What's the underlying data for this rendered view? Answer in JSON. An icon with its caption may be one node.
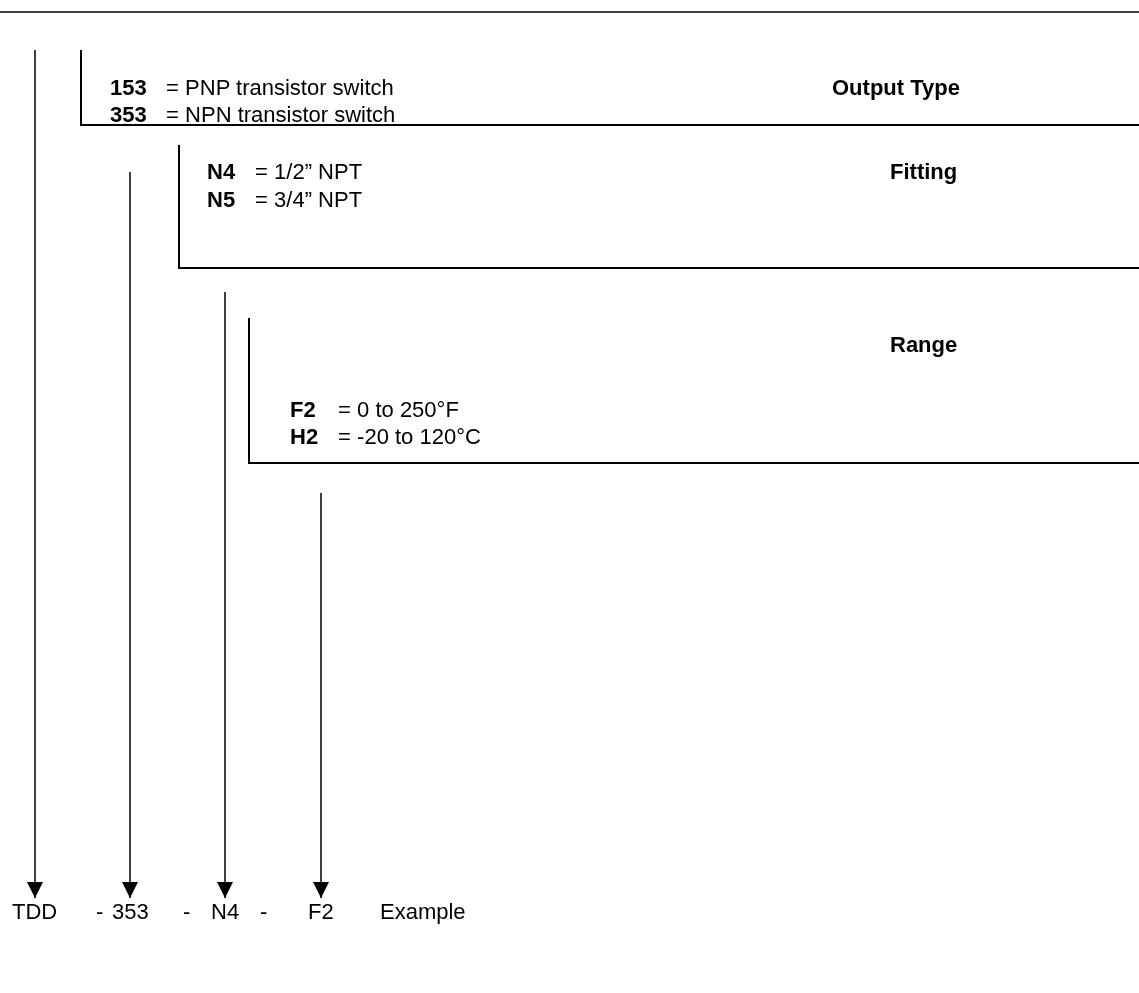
{
  "diagram": {
    "nodes": [
      {
        "text": [
          "**153** = PNP transistor switch",
          "Output Type",
          "**353** = NPN transistor switch"
        ]
      },
      {
        "text": [
          "**N4** = 1/2” NPT",
          "Fitting",
          "**N5** = 3/4” NPT"
        ]
      },
      {
        "text": [
          "Range",
          "**F2** = 0 to 250°F",
          "**H2** = -20 to 120°C"
        ]
      },
      {
        "text": [
          "TDD"
        ]
      },
      {
        "text": [
          "353"
        ]
      },
      {
        "text": [
          "N4"
        ]
      },
      {
        "text": [
          "F2"
        ]
      }
    ],
    "edges": [
      {
        "from": null,
        "to": 3,
        "arrow": "to"
      },
      {
        "from": null,
        "to": 4,
        "arrow": "to"
      },
      {
        "from": null,
        "to": 5,
        "arrow": "to"
      },
      {
        "from": null,
        "to": 6,
        "arrow": "to"
      }
    ],
    "labels": [
      "-",
      "-",
      "-",
      "Example"
    ]
  }
}
